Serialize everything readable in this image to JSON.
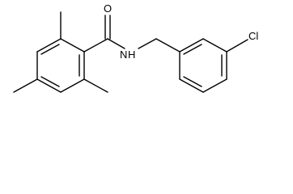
{
  "molecule": {
    "atoms": {
      "oxygen": "O",
      "nitrogen": "N",
      "nitrogen_h": "H",
      "chlorine": "Cl"
    }
  }
}
